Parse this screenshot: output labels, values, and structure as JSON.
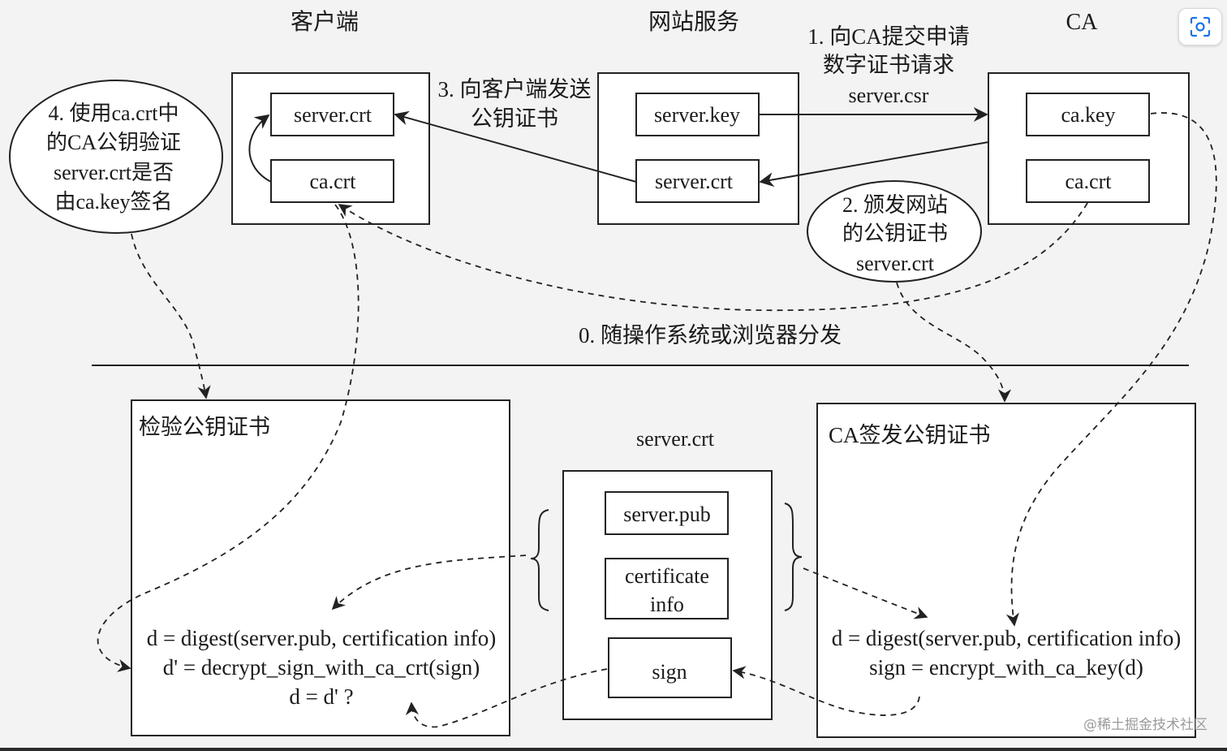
{
  "headers": {
    "client": "客户端",
    "website": "网站服务",
    "ca": "CA"
  },
  "client_boxes": {
    "server_crt": "server.crt",
    "ca_crt": "ca.crt"
  },
  "web_boxes": {
    "server_key": "server.key",
    "server_crt": "server.crt"
  },
  "ca_boxes": {
    "ca_key": "ca.key",
    "ca_crt": "ca.crt"
  },
  "labels": {
    "step1_line1": "1. 向CA提交申请",
    "step1_line2": "数字证书请求",
    "step1_line3": "server.csr",
    "step3_line1": "3. 向客户端发送",
    "step3_line2": "公钥证书",
    "step0": "0. 随操作系统或浏览器分发"
  },
  "bubble_verify": [
    "4. 使用ca.crt中",
    "的CA公钥验证",
    "server.crt是否",
    "由ca.key签名"
  ],
  "bubble_issue": [
    "2. 颁发网站",
    "的公钥证书",
    "server.crt"
  ],
  "verify_panel": {
    "title": "检验公钥证书",
    "line1": "d = digest(server.pub, certification info)",
    "line2": "d' = decrypt_sign_with_ca_crt(sign)",
    "line3": "d = d' ?"
  },
  "cert": {
    "title": "server.crt",
    "pub": "server.pub",
    "info_line1": "certificate",
    "info_line2": "info",
    "sign": "sign"
  },
  "sign_panel": {
    "title": "CA签发公钥证书",
    "line1": "d = digest(server.pub, certification info)",
    "line2": "sign = encrypt_with_ca_key(d)"
  },
  "watermark": "@稀土掘金技术社区",
  "icons": {
    "scan": "scan-icon"
  }
}
